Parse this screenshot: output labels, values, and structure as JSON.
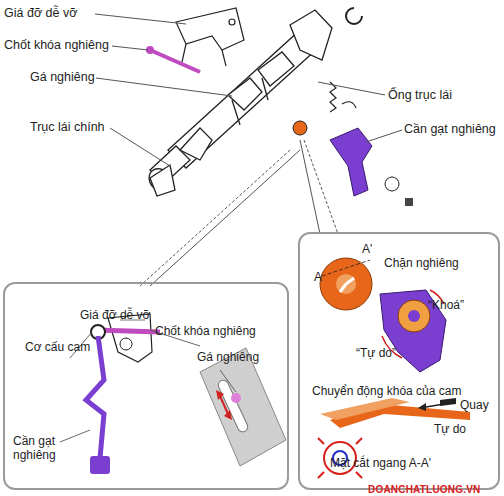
{
  "diagram": {
    "nodes": [
      {
        "text": [
          "Giá đỡ dễ vỡ",
          "Cơ cấu cam",
          "Chốt khóa nghiêng",
          "Gá nghiêng",
          "Cần gạt nghiêng"
        ]
      },
      {
        "text": [
          "A'",
          "A",
          "Chặn nghiêng",
          "“Khoá”",
          "“Tự do”",
          "Chuyển động khóa của cam",
          "Quay",
          "Tự do",
          "Mặt cắt ngang A-A'"
        ]
      }
    ],
    "labels": [
      "Giá đỡ dễ vỡ",
      "Chốt khóa nghiêng",
      "Gá nghiêng",
      "Trục lái chính",
      "Ống trục lái",
      "Cần gạt nghiêng",
      "DOANCHATLUONG.VN"
    ]
  }
}
